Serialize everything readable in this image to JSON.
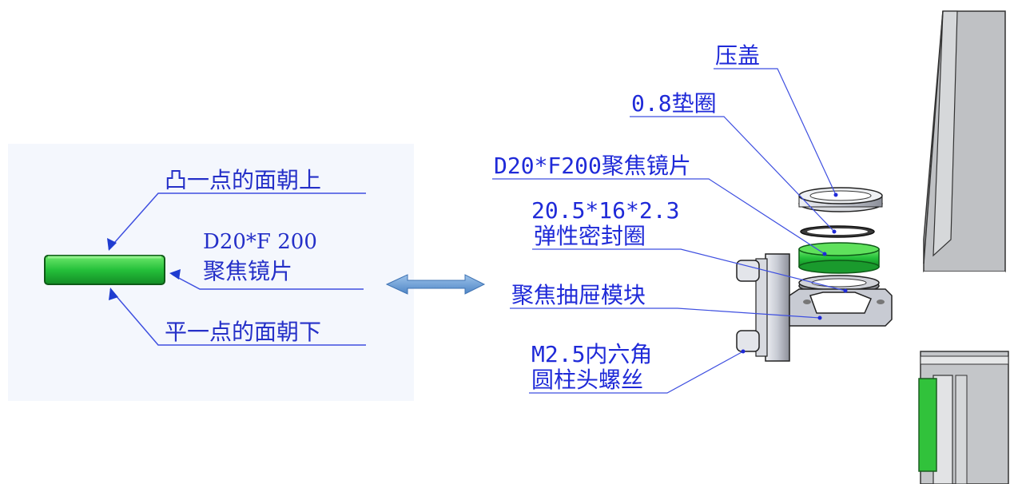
{
  "left_labels": {
    "convex_side": "凸一点的面朝上",
    "lens_name_line1": "D20*F 200",
    "lens_name_line2": "聚焦镜片",
    "flat_side": "平一点的面朝下"
  },
  "right_labels": {
    "press_cover": "压盖",
    "washer": "0.8垫圈",
    "lens": "D20*F200聚焦镜片",
    "seal_line1": "20.5*16*2.3",
    "seal_line2": "弹性密封圈",
    "drawer_module": "聚焦抽屉模块",
    "screw_line1": "M2.5内六角",
    "screw_line2": "圆柱头螺丝"
  },
  "colors": {
    "label_text": "#1f2ad8",
    "leader_line": "#3e4fe0",
    "lens_green": "#29c43a",
    "arrow": "#6e9fd2",
    "metal": "#c9ccd6"
  }
}
